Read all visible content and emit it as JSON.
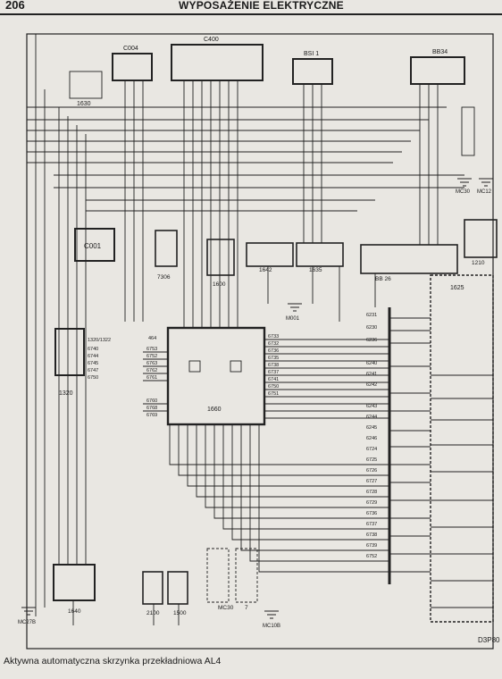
{
  "header": {
    "page_number": "206",
    "title": "WYPOSAŻENIE ELEKTRYCZNE"
  },
  "caption": "Aktywna automatyczna skrzynka przekładniowa AL4",
  "diagram_code": "D3P80",
  "components": {
    "c1630": "1630",
    "c004": "C004",
    "c400": "C400",
    "bsi1": "BSI 1",
    "bb34": "BB34",
    "c001": "C001",
    "c7306": "7306",
    "c1600": "1600",
    "c1642": "1642",
    "c1635": "1635",
    "bb26": "BB 26",
    "c1210": "1210",
    "c1320": "1320",
    "c1660": "1660",
    "c1625": "1625",
    "c1640": "1640",
    "c2100": "2100",
    "c1500": "1500",
    "mc30": "MC30",
    "c7": "7"
  },
  "grounds": {
    "mc30_top": "MC30",
    "mc12": "MC12",
    "m001": "M001",
    "mc27b": "MC27B",
    "mc10b": "MC10B"
  },
  "wire_labels": [
    "464",
    "6733",
    "6732",
    "6736",
    "6735",
    "6738",
    "6737",
    "6741",
    "6750",
    "6751",
    "6753",
    "6752",
    "6763",
    "6762",
    "6761",
    "6760",
    "6768",
    "6769",
    "6231",
    "6230",
    "6236",
    "6240",
    "6241",
    "6242",
    "6243",
    "6244",
    "6245",
    "6246",
    "6724",
    "6725",
    "6726",
    "6727",
    "6728",
    "6729",
    "6736",
    "6737",
    "6738",
    "6739",
    "1320/1322",
    "6740",
    "6744",
    "6745",
    "6747",
    "6750",
    "6752"
  ]
}
